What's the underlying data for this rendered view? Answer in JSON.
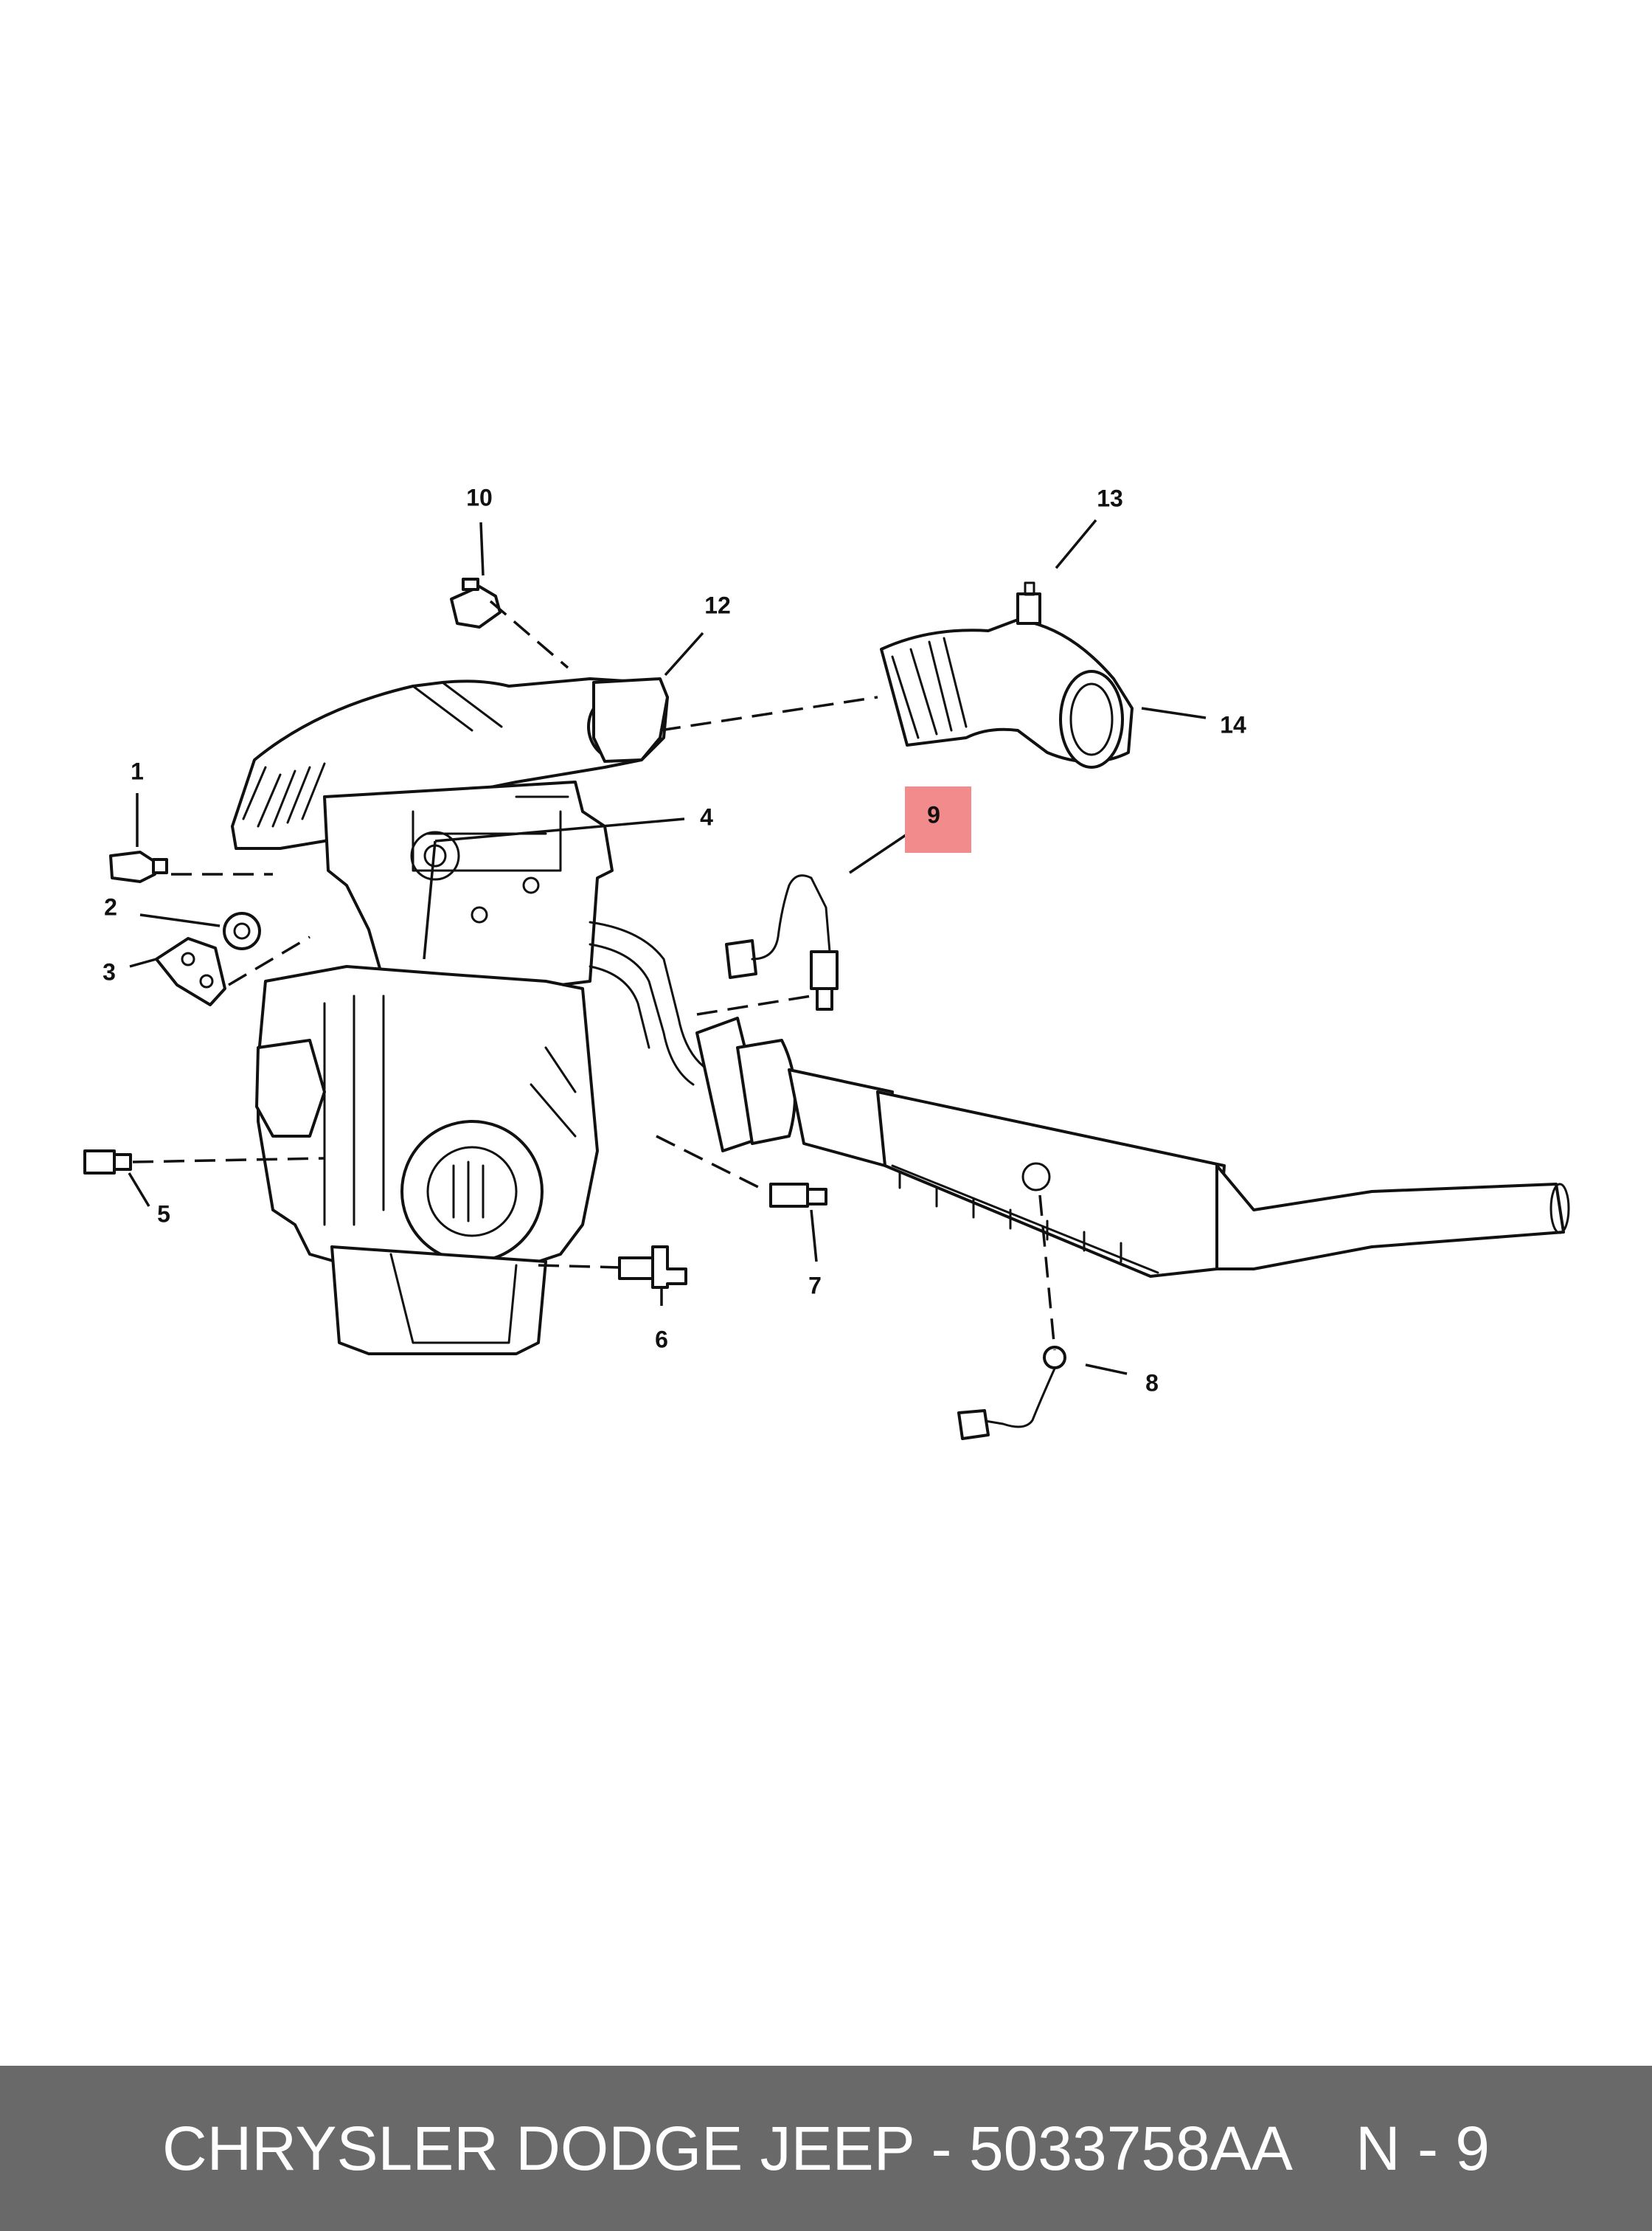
{
  "diagram": {
    "callouts": [
      "1",
      "2",
      "3",
      "4",
      "5",
      "6",
      "7",
      "8",
      "9",
      "10",
      "12",
      "13",
      "14"
    ],
    "highlighted_callout": "9",
    "highlight_color": "#f28b8b"
  },
  "footer": {
    "title": "CHRYSLER DODGE JEEP - 5033758AA",
    "code": "N - 9",
    "background": "#696969",
    "text_color": "#ffffff"
  }
}
